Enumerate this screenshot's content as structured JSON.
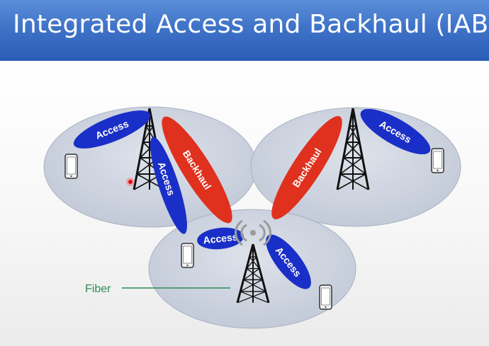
{
  "slide": {
    "title": "Integrated Access and Backhaul (IAB)"
  },
  "diagram": {
    "beams": {
      "access_1": "Access",
      "access_2": "Access",
      "backhaul_1": "Backhaul",
      "access_3": "Access",
      "backhaul_2": "Backhaul",
      "access_4": "Access",
      "access_5": "Access"
    },
    "fiber_label": "Fiber",
    "colors": {
      "access_beam": "#1a2fc8",
      "backhaul_beam": "#e0301e",
      "cell_fill": "#cdd4e0",
      "fiber_line": "#2e8b57",
      "title_bar": "#3f73c8"
    },
    "icons": {
      "tower": "cell-tower-icon",
      "phone": "smartphone-icon",
      "signal": "wireless-signal-icon"
    }
  }
}
